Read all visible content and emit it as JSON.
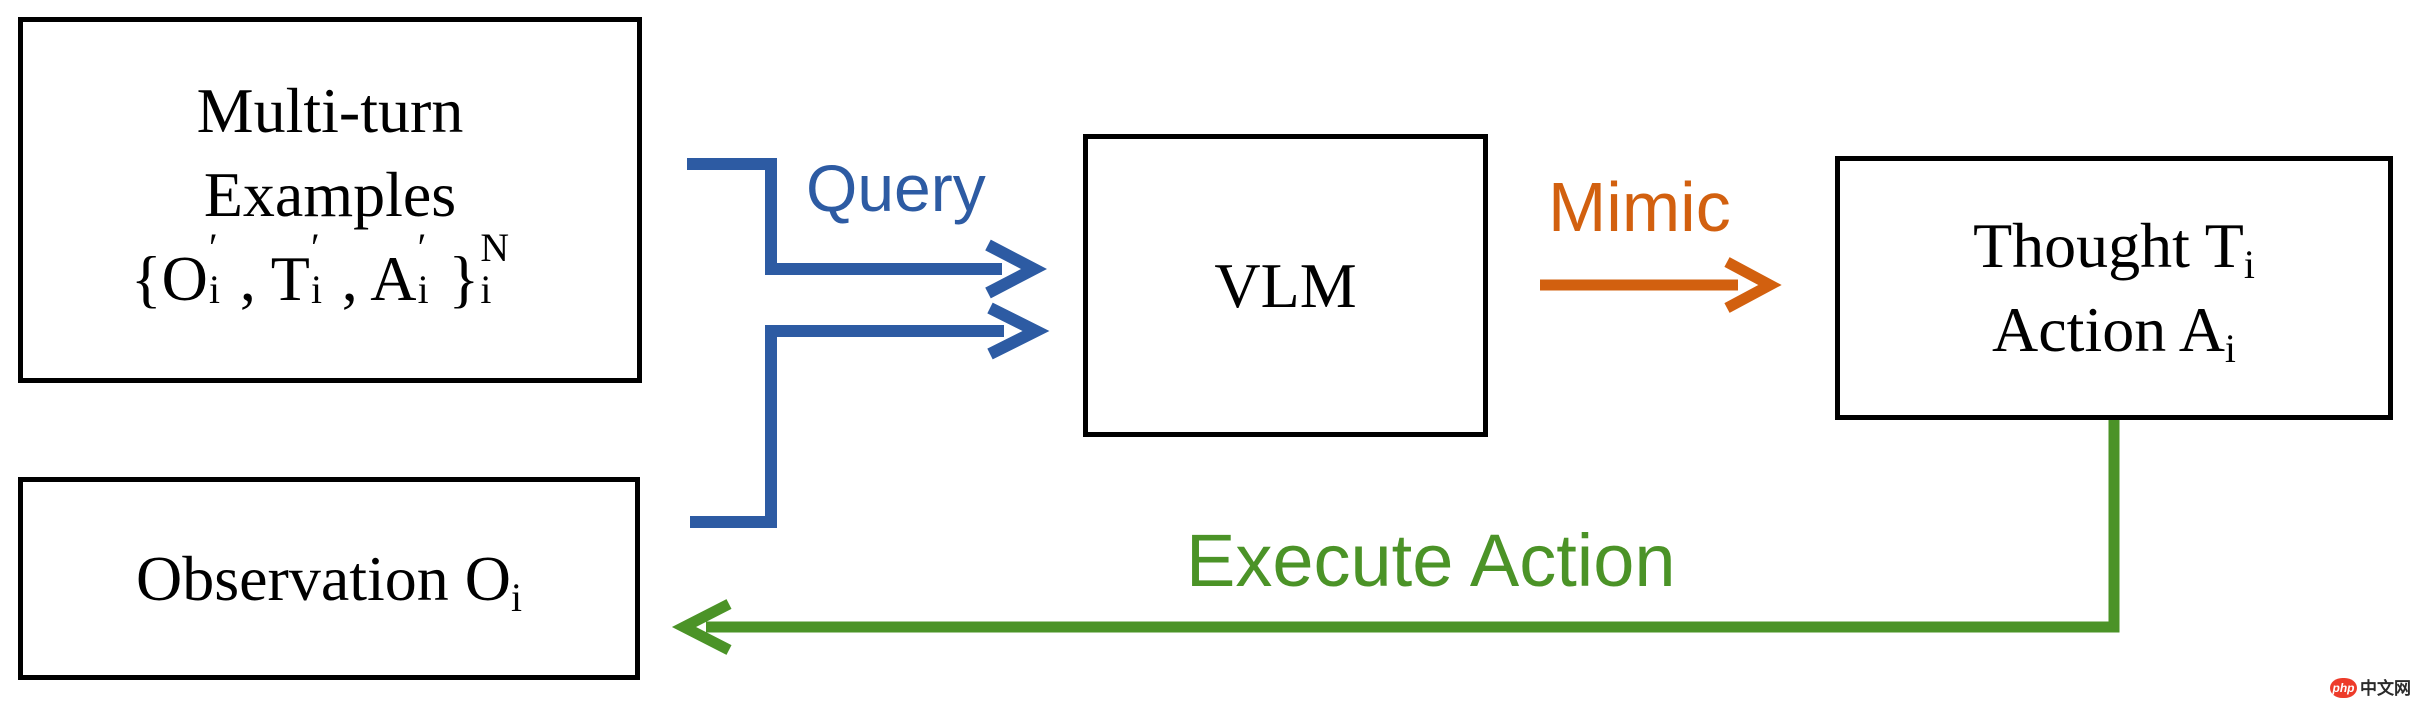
{
  "diagram": {
    "boxes": {
      "examples": {
        "line1": "Multi-turn",
        "line2": "Examples",
        "math": {
          "open": "{",
          "sep": ", ",
          "tokens": [
            {
              "base": "O",
              "sup": "′",
              "sub": "i"
            },
            {
              "base": "T",
              "sup": "′",
              "sub": "i"
            },
            {
              "base": "A",
              "sup": "′",
              "sub": "i"
            }
          ],
          "close": "}",
          "close_sup": "N",
          "close_sub": "i"
        }
      },
      "observation": {
        "label": "Observation O",
        "sub": "i"
      },
      "vlm": {
        "label": "VLM"
      },
      "thought": {
        "line1": "Thought T",
        "line1_sub": "i",
        "line2": "Action A",
        "line2_sub": "i"
      }
    },
    "labels": {
      "query": "Query",
      "mimic": "Mimic",
      "execute": "Execute Action"
    },
    "colors": {
      "blue": "#2d5ba3",
      "orange": "#d2600f",
      "green": "#4b9327",
      "box_border": "#000000"
    },
    "watermark": {
      "logo": "php",
      "text": "中文网",
      "red": "#ed3b2a"
    }
  }
}
